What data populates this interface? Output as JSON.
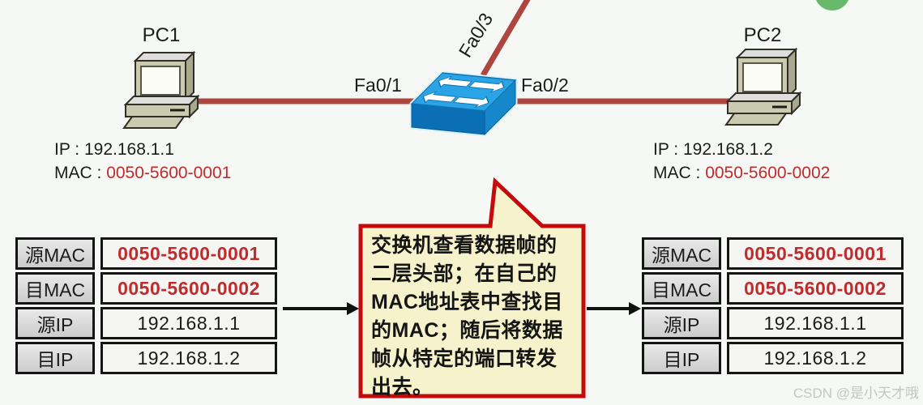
{
  "colors": {
    "background": "#f6f8f6",
    "link_red": "#ae453f",
    "mac_red": "#c02b2b",
    "callout_border": "#c40a0a",
    "callout_fill": "#f6f2cb",
    "switch_top": "#2aa4e6",
    "switch_front": "#0b6fb5",
    "switch_side": "#1588cb",
    "pc_body": "#cacab0",
    "green_dot": "#68b96c",
    "table_border": "#151515",
    "watermark_gray": "#c5c5c5"
  },
  "devices": {
    "pc1": {
      "name": "PC1",
      "ip_label": "IP :",
      "ip": "192.168.1.1",
      "mac_label": "MAC :",
      "mac": "0050-5600-0001"
    },
    "pc2": {
      "name": "PC2",
      "ip_label": "IP :",
      "ip": "192.168.1.2",
      "mac_label": "MAC :",
      "mac": "0050-5600-0002"
    },
    "switch": {
      "port_left": "Fa0/1",
      "port_right": "Fa0/2",
      "port_top": "Fa0/3"
    }
  },
  "callout": {
    "lines": [
      "交换机查看数据帧的",
      "二层头部；在自己的",
      "MAC地址表中查找目",
      "的MAC；随后将数据",
      "帧从特定的端口转发",
      "出去。"
    ]
  },
  "frame_table_left": {
    "rows": [
      {
        "label": "源MAC",
        "value": "0050-5600-0001"
      },
      {
        "label": "目MAC",
        "value": "0050-5600-0002"
      },
      {
        "label": "源IP",
        "value": "192.168.1.1"
      },
      {
        "label": "目IP",
        "value": "192.168.1.2"
      }
    ]
  },
  "frame_table_right": {
    "rows": [
      {
        "label": "源MAC",
        "value": "0050-5600-0001"
      },
      {
        "label": "目MAC",
        "value": "0050-5600-0002"
      },
      {
        "label": "源IP",
        "value": "192.168.1.1"
      },
      {
        "label": "目IP",
        "value": "192.168.1.2"
      }
    ]
  },
  "watermark": "CSDN @是小天才哦"
}
